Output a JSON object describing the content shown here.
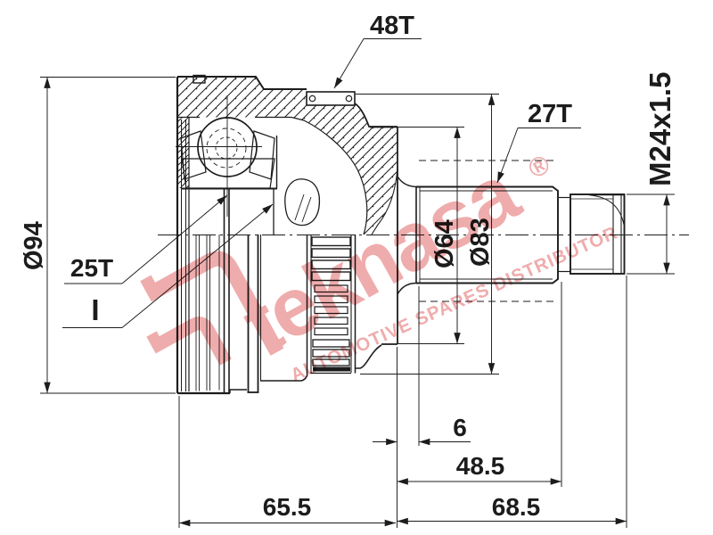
{
  "title": "CV joint outer race technical drawing",
  "labels": {
    "outer_ring_teeth": "48T",
    "stem_spline_teeth": "27T",
    "inner_spline_teeth": "25T",
    "section_mark": "I",
    "body_diameter": "Ø94",
    "seat_diameter": "Ø64",
    "boot_groove_diameter": "Ø83",
    "thread_spec": "M24x1.5",
    "groove_offset_mm": "6",
    "stem_length_mm": "48.5",
    "body_length_mm": "65.5",
    "shaft_length_mm": "68.5"
  },
  "watermark": {
    "brand": "teknasa",
    "registered_symbol": "®",
    "tagline": "AUTOMOTIVE SPARES DISTRIBUTOR",
    "color": "#e05a5a"
  },
  "colors": {
    "line": "#1c1c1c",
    "background": "#ffffff"
  }
}
